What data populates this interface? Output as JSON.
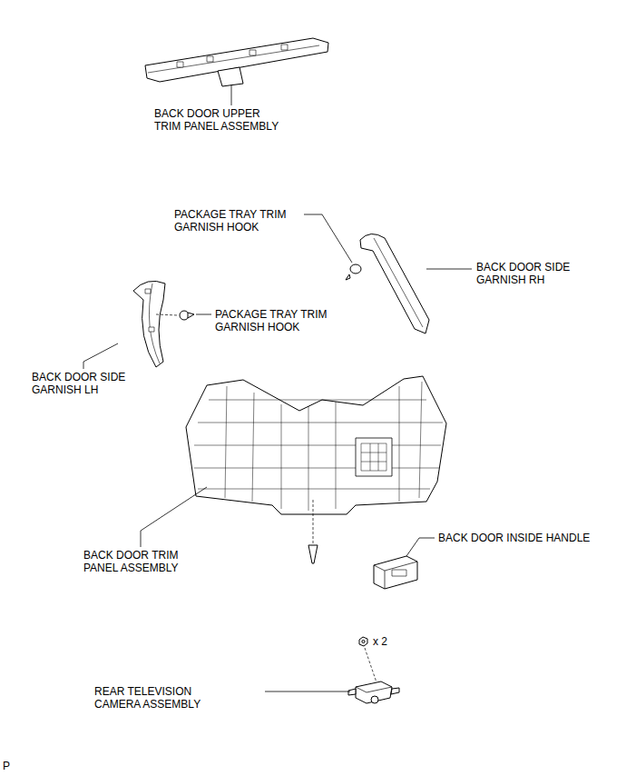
{
  "diagram": {
    "labels": [
      "BACK DOOR UPPER TRIM PANEL ASSEMBLY",
      "PACKAGE TRAY TRIM GARNISH HOOK",
      "BACK DOOR SIDE GARNISH RH",
      "PACKAGE TRAY TRIM GARNISH HOOK",
      "BACK DOOR SIDE GARNISH LH",
      "BACK DOOR TRIM PANEL ASSEMBLY",
      "BACK DOOR INSIDE HANDLE",
      "x 2",
      "REAR TELEVISION CAMERA ASSEMBLY",
      "P"
    ]
  }
}
